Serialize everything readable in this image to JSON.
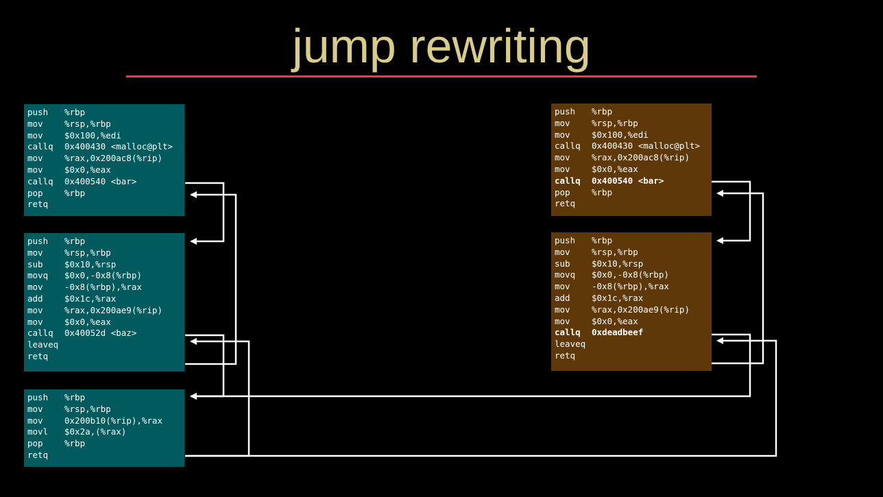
{
  "title": "jump rewriting",
  "colors": {
    "teal": "#005a5e",
    "brown": "#5e3809",
    "title": "#d9cc8a",
    "underline": "#c0504d"
  },
  "left_blocks": [
    {
      "lines": [
        {
          "op": "push",
          "arg": "%rbp"
        },
        {
          "op": "mov",
          "arg": "%rsp,%rbp"
        },
        {
          "op": "mov",
          "arg": "$0x100,%edi"
        },
        {
          "op": "callq",
          "arg": "0x400430 <malloc@plt>"
        },
        {
          "op": "mov",
          "arg": "%rax,0x200ac8(%rip)"
        },
        {
          "op": "mov",
          "arg": "$0x0,%eax"
        },
        {
          "op": "callq",
          "arg": "0x400540 <bar>"
        },
        {
          "op": "pop",
          "arg": "%rbp"
        },
        {
          "op": "retq",
          "arg": ""
        }
      ]
    },
    {
      "lines": [
        {
          "op": "push",
          "arg": "%rbp"
        },
        {
          "op": "mov",
          "arg": "%rsp,%rbp"
        },
        {
          "op": "sub",
          "arg": "$0x10,%rsp"
        },
        {
          "op": "movq",
          "arg": "$0x0,-0x8(%rbp)"
        },
        {
          "op": "mov",
          "arg": "-0x8(%rbp),%rax"
        },
        {
          "op": "add",
          "arg": "$0x1c,%rax"
        },
        {
          "op": "mov",
          "arg": "%rax,0x200ae9(%rip)"
        },
        {
          "op": "mov",
          "arg": "$0x0,%eax"
        },
        {
          "op": "callq",
          "arg": "0x40052d <baz>"
        },
        {
          "op": "leaveq",
          "arg": ""
        },
        {
          "op": "retq",
          "arg": ""
        }
      ]
    },
    {
      "lines": [
        {
          "op": "push",
          "arg": "%rbp"
        },
        {
          "op": "mov",
          "arg": "%rsp,%rbp"
        },
        {
          "op": "mov",
          "arg": "0x200b10(%rip),%rax"
        },
        {
          "op": "movl",
          "arg": "$0x2a,(%rax)"
        },
        {
          "op": "pop",
          "arg": "%rbp"
        },
        {
          "op": "retq",
          "arg": ""
        }
      ]
    }
  ],
  "right_blocks": [
    {
      "lines": [
        {
          "op": "push",
          "arg": "%rbp"
        },
        {
          "op": "mov",
          "arg": "%rsp,%rbp"
        },
        {
          "op": "mov",
          "arg": "$0x100,%edi"
        },
        {
          "op": "callq",
          "arg": "0x400430 <malloc@plt>"
        },
        {
          "op": "mov",
          "arg": "%rax,0x200ac8(%rip)"
        },
        {
          "op": "mov",
          "arg": "$0x0,%eax"
        },
        {
          "op": "callq",
          "arg": "0x400540 <bar>",
          "bold": true
        },
        {
          "op": "pop",
          "arg": "%rbp"
        },
        {
          "op": "retq",
          "arg": ""
        }
      ]
    },
    {
      "lines": [
        {
          "op": "push",
          "arg": "%rbp"
        },
        {
          "op": "mov",
          "arg": "%rsp,%rbp"
        },
        {
          "op": "sub",
          "arg": "$0x10,%rsp"
        },
        {
          "op": "movq",
          "arg": "$0x0,-0x8(%rbp)"
        },
        {
          "op": "mov",
          "arg": "-0x8(%rbp),%rax"
        },
        {
          "op": "add",
          "arg": "$0x1c,%rax"
        },
        {
          "op": "mov",
          "arg": "%rax,0x200ae9(%rip)"
        },
        {
          "op": "mov",
          "arg": "$0x0,%eax"
        },
        {
          "op": "callq",
          "arg": "0xdeadbeef",
          "bold": true
        },
        {
          "op": "leaveq",
          "arg": ""
        },
        {
          "op": "retq",
          "arg": ""
        }
      ]
    }
  ]
}
